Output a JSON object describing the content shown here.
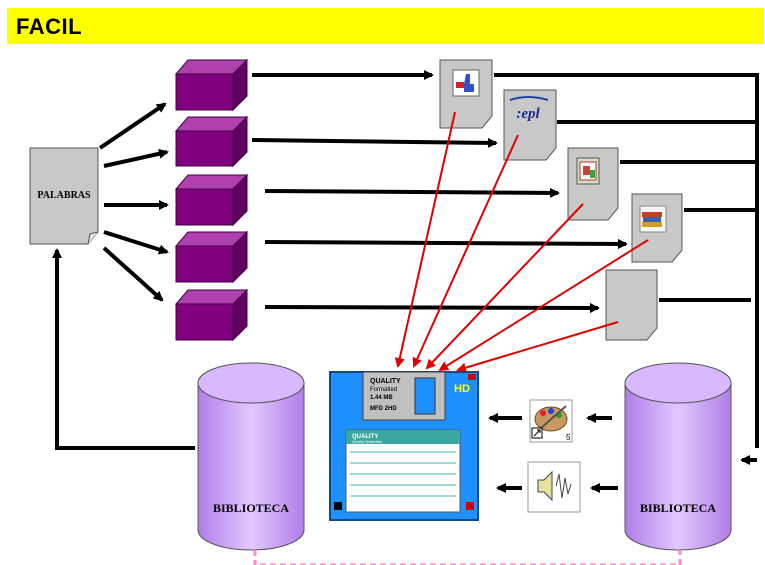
{
  "title": "FACIL",
  "source_doc_label": "PALABRAS",
  "library_left_label": "BIBLIOTECA",
  "library_right_label": "BIBLIOTECA",
  "floppy": {
    "brand": "QUALITY",
    "formatted": "Formatted",
    "capacity": "1.44 MB",
    "type": "MFD 2HD",
    "hd_badge": "HD",
    "label_brand": "QUALITY",
    "label_sub": "Quality Diskettes"
  },
  "paint_badge": "5",
  "epl_text": ":epl",
  "colors": {
    "title_bg": "#ffff00",
    "cube_purple": "#800080",
    "cylinder_lilac": "#cc99ff",
    "floppy_blue": "#1e90ff",
    "red_arrow": "#e00000",
    "dashed_link": "#ff88cc"
  },
  "icons": [
    "hand-cursor-icon",
    "epl-logo-icon",
    "presentation-icon",
    "books-icon",
    "blank-doc-icon",
    "paint-palette-icon",
    "speaker-sound-icon"
  ]
}
